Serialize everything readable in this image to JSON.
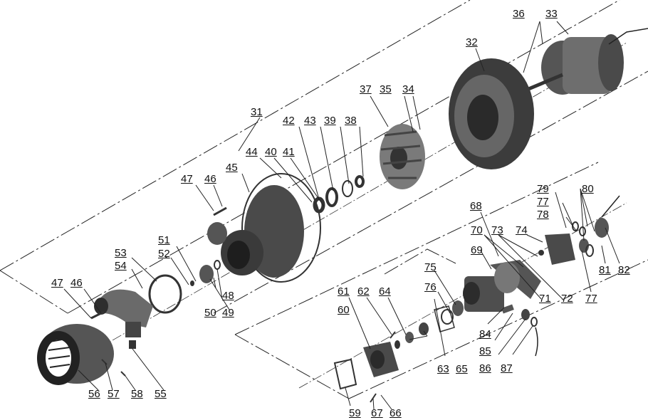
{
  "diagram": {
    "part_labels": [
      {
        "id": "33",
        "text": "33"
      },
      {
        "id": "36",
        "text": "36"
      },
      {
        "id": "32",
        "text": "32"
      },
      {
        "id": "37",
        "text": "37"
      },
      {
        "id": "35",
        "text": "35"
      },
      {
        "id": "34",
        "text": "34"
      },
      {
        "id": "31",
        "text": "31"
      },
      {
        "id": "42",
        "text": "42"
      },
      {
        "id": "43",
        "text": "43"
      },
      {
        "id": "39",
        "text": "39"
      },
      {
        "id": "38",
        "text": "38"
      },
      {
        "id": "44",
        "text": "44"
      },
      {
        "id": "40",
        "text": "40"
      },
      {
        "id": "41",
        "text": "41"
      },
      {
        "id": "45",
        "text": "45"
      },
      {
        "id": "47a",
        "text": "47"
      },
      {
        "id": "46a",
        "text": "46"
      },
      {
        "id": "51",
        "text": "51"
      },
      {
        "id": "52",
        "text": "52"
      },
      {
        "id": "53",
        "text": "53"
      },
      {
        "id": "54",
        "text": "54"
      },
      {
        "id": "47b",
        "text": "47"
      },
      {
        "id": "46b",
        "text": "46"
      },
      {
        "id": "48",
        "text": "48"
      },
      {
        "id": "50",
        "text": "50"
      },
      {
        "id": "49",
        "text": "49"
      },
      {
        "id": "68",
        "text": "68"
      },
      {
        "id": "79",
        "text": "79"
      },
      {
        "id": "77a",
        "text": "77"
      },
      {
        "id": "78",
        "text": "78"
      },
      {
        "id": "80",
        "text": "80"
      },
      {
        "id": "70",
        "text": "70"
      },
      {
        "id": "73",
        "text": "73"
      },
      {
        "id": "74",
        "text": "74"
      },
      {
        "id": "69",
        "text": "69"
      },
      {
        "id": "75",
        "text": "75"
      },
      {
        "id": "76",
        "text": "76"
      },
      {
        "id": "71",
        "text": "71"
      },
      {
        "id": "72",
        "text": "72"
      },
      {
        "id": "77b",
        "text": "77"
      },
      {
        "id": "81",
        "text": "81"
      },
      {
        "id": "82",
        "text": "82"
      },
      {
        "id": "61",
        "text": "61"
      },
      {
        "id": "62",
        "text": "62"
      },
      {
        "id": "64",
        "text": "64"
      },
      {
        "id": "60",
        "text": "60"
      },
      {
        "id": "63",
        "text": "63"
      },
      {
        "id": "65",
        "text": "65"
      },
      {
        "id": "84",
        "text": "84"
      },
      {
        "id": "85",
        "text": "85"
      },
      {
        "id": "86",
        "text": "86"
      },
      {
        "id": "87",
        "text": "87"
      },
      {
        "id": "56",
        "text": "56"
      },
      {
        "id": "57",
        "text": "57"
      },
      {
        "id": "58",
        "text": "58"
      },
      {
        "id": "55",
        "text": "55"
      },
      {
        "id": "59",
        "text": "59"
      },
      {
        "id": "67",
        "text": "67"
      },
      {
        "id": "66",
        "text": "66"
      }
    ]
  }
}
